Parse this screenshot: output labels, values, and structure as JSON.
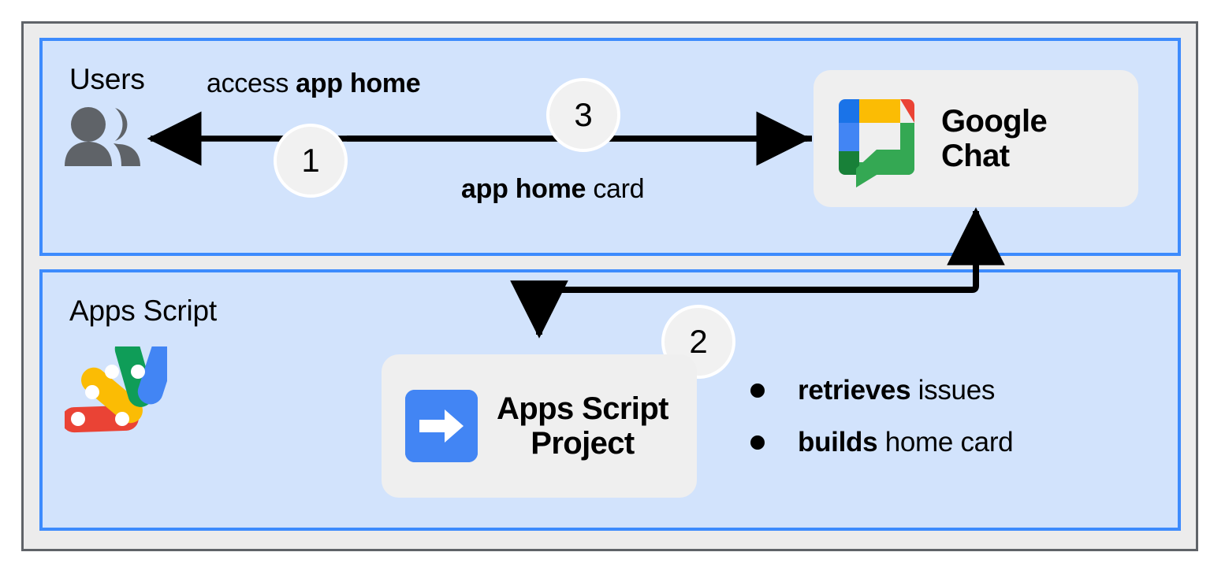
{
  "diagram": {
    "title": "Google Chat app home flow with Apps Script",
    "colors": {
      "panel_fill": "#d2e3fc",
      "panel_border": "#3d8bfd",
      "frame_fill": "#ececec",
      "frame_border": "#5f6368",
      "card_fill": "#efefef",
      "badge_fill": "#f1f1f1",
      "arrow": "#000000",
      "users_icon": "#5f6368",
      "project_tile": "#4285f4"
    }
  },
  "panels": [
    {
      "id": "users",
      "label": "Users"
    },
    {
      "id": "apps_script",
      "label": "Apps Script"
    }
  ],
  "nodes": {
    "users": {
      "icon": "people-icon",
      "label": "Users"
    },
    "google_chat": {
      "icon": "google-chat-logo",
      "title": "Google\nChat"
    },
    "apps_script_project": {
      "icon": "apps-script-project-icon",
      "title": "Apps Script\nProject"
    },
    "apps_script_logo": {
      "icon": "apps-script-logo"
    }
  },
  "edges": [
    {
      "id": "access-app-home",
      "caption_prefix": "access ",
      "caption_bold": "app home",
      "caption_suffix": "",
      "badge": "1",
      "direction": "chat-to-users"
    },
    {
      "id": "app-home-card",
      "caption_prefix": "",
      "caption_bold": "app home",
      "caption_suffix": " card",
      "badge": "3",
      "direction": "users-to-chat"
    },
    {
      "id": "chat-to-script",
      "badge": "2",
      "direction": "chat-to-project"
    }
  ],
  "badges": {
    "one": "1",
    "two": "2",
    "three": "3"
  },
  "captions": {
    "access_prefix": "access ",
    "access_bold": "app home",
    "card_bold": "app home",
    "card_suffix": " card"
  },
  "bullets": [
    {
      "bold": "retrieves",
      "rest": " issues"
    },
    {
      "bold": "builds",
      "rest": " home card"
    }
  ]
}
